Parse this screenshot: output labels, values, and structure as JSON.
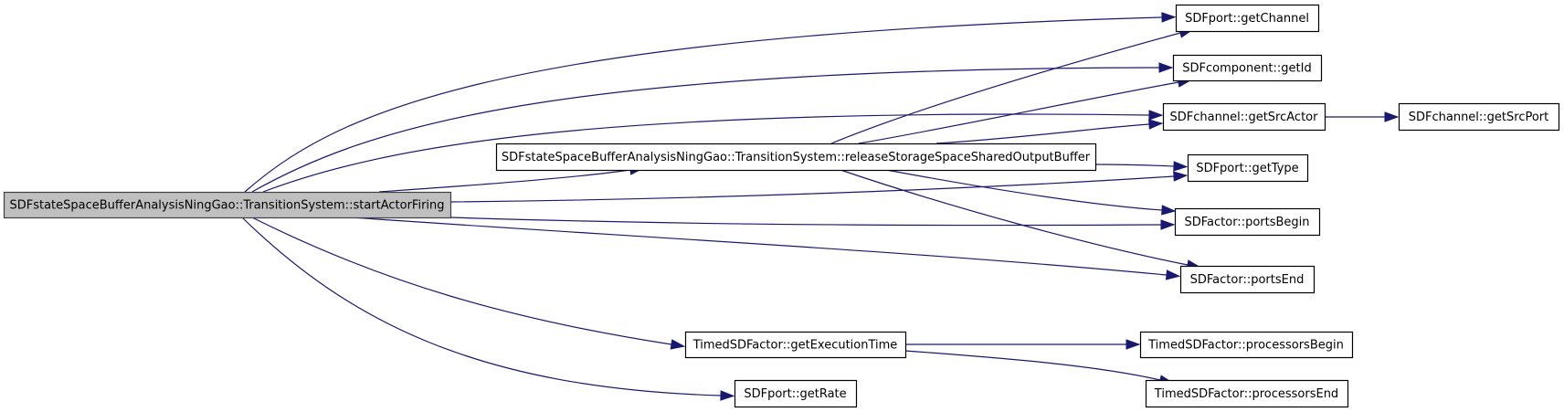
{
  "diagram": {
    "type": "call-graph",
    "edge_color": "#191970",
    "root_fill": "#bfbfbf",
    "nodes": [
      {
        "id": "root",
        "label": "SDFstateSpaceBufferAnalysisNingGao::TransitionSystem::startActorFiring",
        "root": true
      },
      {
        "id": "release",
        "label": "SDFstateSpaceBufferAnalysisNingGao::TransitionSystem::releaseStorageSpaceSharedOutputBuffer"
      },
      {
        "id": "getChannel",
        "label": "SDFport::getChannel"
      },
      {
        "id": "getId",
        "label": "SDFcomponent::getId"
      },
      {
        "id": "getSrcActor",
        "label": "SDFchannel::getSrcActor"
      },
      {
        "id": "getSrcPort",
        "label": "SDFchannel::getSrcPort"
      },
      {
        "id": "getType",
        "label": "SDFport::getType"
      },
      {
        "id": "portsBegin",
        "label": "SDFactor::portsBegin"
      },
      {
        "id": "portsEnd",
        "label": "SDFactor::portsEnd"
      },
      {
        "id": "getExecutionTime",
        "label": "TimedSDFactor::getExecutionTime"
      },
      {
        "id": "processorsBegin",
        "label": "TimedSDFactor::processorsBegin"
      },
      {
        "id": "processorsEnd",
        "label": "TimedSDFactor::processorsEnd"
      },
      {
        "id": "getRate",
        "label": "SDFport::getRate"
      }
    ],
    "edges": [
      {
        "from": "root",
        "to": "getChannel"
      },
      {
        "from": "root",
        "to": "getId"
      },
      {
        "from": "root",
        "to": "getSrcActor"
      },
      {
        "from": "root",
        "to": "release"
      },
      {
        "from": "root",
        "to": "getType"
      },
      {
        "from": "root",
        "to": "portsBegin"
      },
      {
        "from": "root",
        "to": "portsEnd"
      },
      {
        "from": "root",
        "to": "getExecutionTime"
      },
      {
        "from": "root",
        "to": "getRate"
      },
      {
        "from": "release",
        "to": "getChannel"
      },
      {
        "from": "release",
        "to": "getId"
      },
      {
        "from": "release",
        "to": "getSrcActor"
      },
      {
        "from": "release",
        "to": "getType"
      },
      {
        "from": "release",
        "to": "portsBegin"
      },
      {
        "from": "release",
        "to": "portsEnd"
      },
      {
        "from": "getSrcActor",
        "to": "getSrcPort"
      },
      {
        "from": "getExecutionTime",
        "to": "processorsBegin"
      },
      {
        "from": "getExecutionTime",
        "to": "processorsEnd"
      }
    ]
  }
}
